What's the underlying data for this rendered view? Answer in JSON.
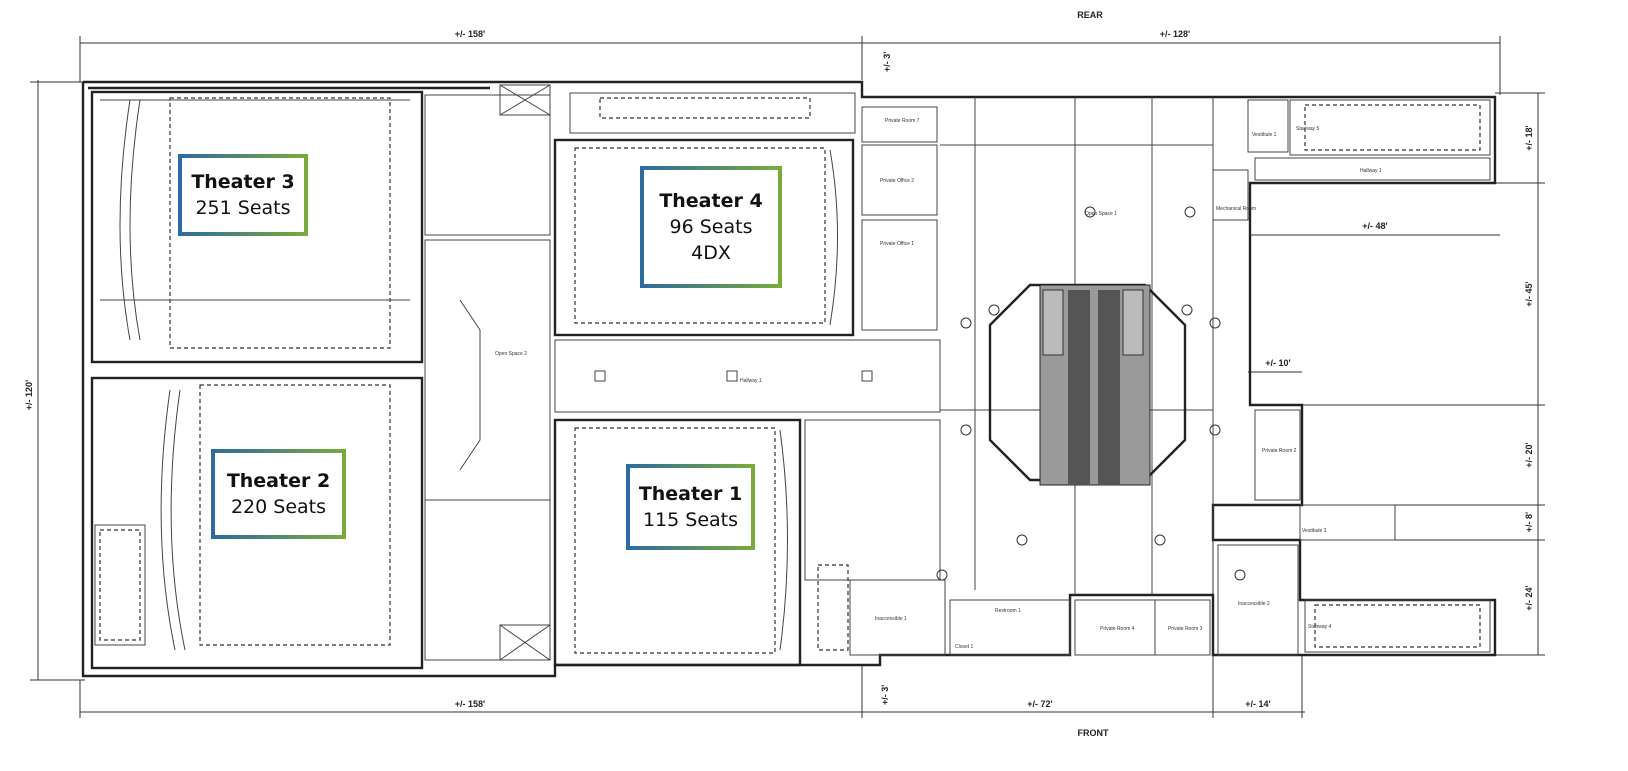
{
  "orientation": {
    "top": "REAR",
    "bottom": "FRONT"
  },
  "dimensions": {
    "top_left": "+/- 158'",
    "top_right": "+/- 128'",
    "bottom_left": "+/- 158'",
    "bottom_mid": "+/- 72'",
    "bottom_right": "+/- 14'",
    "left": "+/- 120'",
    "right_1": "+/- 18'",
    "right_2": "+/- 45'",
    "right_3": "+/- 20'",
    "right_4": "+/- 8'",
    "right_5": "+/- 24'",
    "inner_48": "+/- 48'",
    "inner_10": "+/- 10'",
    "offset_top": "+/- 3'",
    "offset_bottom": "+/- 3'"
  },
  "theaters": [
    {
      "name": "Theater 3",
      "seats": "251 Seats"
    },
    {
      "name": "Theater 4",
      "seats": "96 Seats",
      "format": "4DX"
    },
    {
      "name": "Theater 2",
      "seats": "220 Seats"
    },
    {
      "name": "Theater 1",
      "seats": "115 Seats"
    }
  ],
  "rooms": {
    "open_space_1": "Open Space 1",
    "open_space_2": "Open Space 2",
    "hallway_1": "Hallway 1",
    "hallway_upper": "Hallway 1",
    "private_room_7": "Private Room 7",
    "private_office_2": "Private Office 2",
    "private_office_1": "Private Office 1",
    "private_room_3": "Private Room 3",
    "private_room_4": "Private Room 4",
    "private_room_2": "Private Room 2",
    "mechanical_room": "Mechanical Room",
    "vestibule_1": "Vestibule 1",
    "stairway_5": "Stairway 5",
    "stairway_4": "Stairway 4",
    "inaccessible_1": "Inaccessible 1",
    "inaccessible_2": "Inaccessible 2",
    "restroom_1": "Restroom 1",
    "closet_1": "Closet 1",
    "vestibule_3": "Vestibule 3"
  }
}
